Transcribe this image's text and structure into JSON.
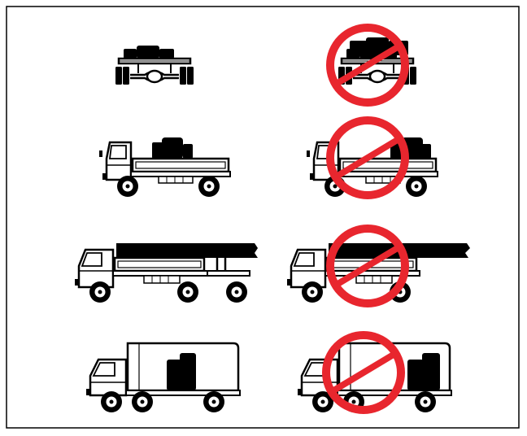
{
  "figure": {
    "rows": [
      {
        "key": "rear-axle-load",
        "allowed_vehicle": "axle-load-centered",
        "prohibited_vehicle": "axle-load-offset"
      },
      {
        "key": "light-truck-load",
        "allowed_vehicle": "light-truck-load-over-rear-axle",
        "prohibited_vehicle": "light-truck-load-too-far-rear"
      },
      {
        "key": "long-load-trailer",
        "allowed_vehicle": "truck-long-load-supported-by-trailer",
        "prohibited_vehicle": "truck-long-load-overhang"
      },
      {
        "key": "box-truck-load",
        "allowed_vehicle": "box-truck-load-centered",
        "prohibited_vehicle": "box-truck-load-rear"
      }
    ]
  },
  "colors": {
    "prohibited_sign": "#e8262e",
    "ink": "#000000",
    "frame": "#000000",
    "background": "#ffffff"
  }
}
